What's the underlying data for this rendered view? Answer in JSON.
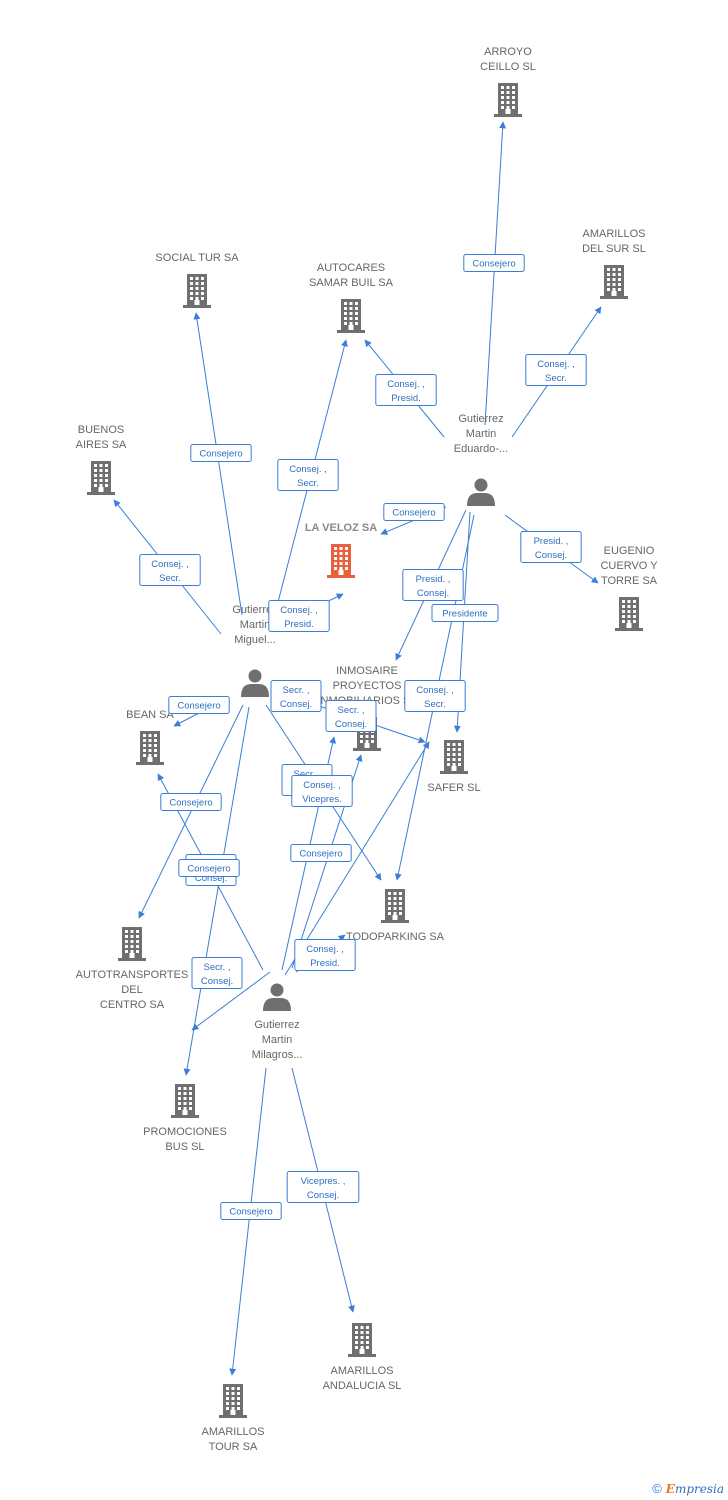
{
  "colors": {
    "edge": "#3a7fd5",
    "company": "#6f6f6f",
    "focus_company": "#e8603c",
    "person": "#6f6f6f",
    "label": "#666666"
  },
  "nodes": [
    {
      "id": "arroyo",
      "type": "company",
      "lines": [
        "ARROYO",
        "CEILLO SL"
      ]
    },
    {
      "id": "amarillos_sur",
      "type": "company",
      "lines": [
        "AMARILLOS",
        "DEL SUR SL"
      ]
    },
    {
      "id": "social_tur",
      "type": "company",
      "lines": [
        "SOCIAL TUR SA"
      ]
    },
    {
      "id": "autocares",
      "type": "company",
      "lines": [
        "AUTOCARES",
        "SAMAR BUIL SA"
      ]
    },
    {
      "id": "buenos_aires",
      "type": "company",
      "lines": [
        "BUENOS",
        "AIRES SA"
      ]
    },
    {
      "id": "la_veloz",
      "type": "company",
      "focus": true,
      "lines": [
        "LA VELOZ SA"
      ]
    },
    {
      "id": "eugenio",
      "type": "company",
      "lines": [
        "EUGENIO",
        "CUERVO Y",
        "TORRE SA"
      ]
    },
    {
      "id": "inmosaire",
      "type": "company",
      "lines": [
        "INMOSAIRE",
        "PROYECTOS",
        "INMOBILIARIOS SL"
      ]
    },
    {
      "id": "bean",
      "type": "company",
      "lines": [
        "BEAN SA"
      ]
    },
    {
      "id": "safer",
      "type": "company",
      "lines": [
        "SAFER SL"
      ]
    },
    {
      "id": "todoparking",
      "type": "company",
      "lines": [
        "TODOPARKING SA"
      ]
    },
    {
      "id": "autotransportes",
      "type": "company",
      "lines": [
        "AUTOTRANSPORTES",
        "DEL",
        "CENTRO SA"
      ]
    },
    {
      "id": "promociones",
      "type": "company",
      "lines": [
        "PROMOCIONES",
        "BUS SL"
      ]
    },
    {
      "id": "amarillos_andalucia",
      "type": "company",
      "lines": [
        "AMARILLOS",
        "ANDALUCIA SL"
      ]
    },
    {
      "id": "amarillos_tour",
      "type": "company",
      "lines": [
        "AMARILLOS",
        "TOUR SA"
      ]
    },
    {
      "id": "p_eduardo",
      "type": "person",
      "lines": [
        "Gutierrez",
        "Martin",
        "Eduardo-..."
      ]
    },
    {
      "id": "p_miguel",
      "type": "person",
      "lines": [
        "Gutierrez",
        "Martin",
        "Miguel..."
      ]
    },
    {
      "id": "p_milagros",
      "type": "person",
      "lines": [
        "Gutierrez",
        "Martin",
        "Milagros..."
      ]
    }
  ],
  "edges": [
    {
      "from": "p_eduardo",
      "to": "arroyo",
      "label": [
        "Consejero"
      ]
    },
    {
      "from": "p_eduardo",
      "to": "amarillos_sur",
      "label": [
        "Consej. ,",
        "Secr."
      ]
    },
    {
      "from": "p_eduardo",
      "to": "autocares",
      "label": [
        "Consej. ,",
        "Presid."
      ]
    },
    {
      "from": "p_eduardo",
      "to": "la_veloz",
      "label": [
        "Consejero"
      ]
    },
    {
      "from": "p_eduardo",
      "to": "eugenio",
      "label": [
        "Presid. ,",
        "Consej."
      ]
    },
    {
      "from": "p_eduardo",
      "to": "inmosaire",
      "label": [
        "Presid. ,",
        "Consej."
      ]
    },
    {
      "from": "p_eduardo",
      "to": "safer",
      "label": [
        "Presidente"
      ]
    },
    {
      "from": "p_eduardo",
      "to": "todoparking",
      "label": [
        "Consej. ,",
        "Secr."
      ]
    },
    {
      "from": "p_miguel",
      "to": "social_tur",
      "label": [
        "Consejero"
      ]
    },
    {
      "from": "p_miguel",
      "to": "autocares",
      "label": [
        "Consej. ,",
        "Secr."
      ]
    },
    {
      "from": "p_miguel",
      "to": "buenos_aires",
      "label": [
        "Consej. ,",
        "Secr."
      ]
    },
    {
      "from": "p_miguel",
      "to": "la_veloz",
      "label": [
        "Consej. ,",
        "Presid."
      ]
    },
    {
      "from": "p_miguel",
      "to": "bean",
      "label": [
        "Consejero"
      ]
    },
    {
      "from": "p_miguel",
      "to": "safer",
      "label": [
        "Secr. ,",
        "Consej."
      ]
    },
    {
      "from": "p_miguel",
      "to": "todoparking",
      "label": [
        "Secr. ,",
        "Consej."
      ]
    },
    {
      "from": "p_miguel",
      "to": "autotransportes",
      "label": [
        "Consejero"
      ]
    },
    {
      "from": "p_miguel",
      "to": "promociones",
      "label": [
        "Secr. ,",
        "Consej."
      ]
    },
    {
      "from": "p_milagros",
      "to": "la_veloz",
      "label": [
        "Consej. ,",
        "Vicepres."
      ]
    },
    {
      "from": "p_milagros",
      "to": "bean",
      "label": [
        "Consejero"
      ]
    },
    {
      "from": "p_milagros",
      "to": "inmosaire",
      "label": [
        "Consejero"
      ]
    },
    {
      "from": "p_milagros",
      "to": "safer",
      "label": [
        "Secr. ,",
        "Consej."
      ]
    },
    {
      "from": "p_milagros",
      "to": "autotransportes",
      "label": [
        "Consej. ,",
        "Presid."
      ]
    },
    {
      "from": "p_milagros",
      "to": "promociones",
      "label": [
        "Secr. ,",
        "Consej."
      ]
    },
    {
      "from": "p_milagros",
      "to": "amarillos_andalucia",
      "label": [
        "Vicepres. ,",
        "Consej."
      ]
    },
    {
      "from": "p_milagros",
      "to": "amarillos_tour",
      "label": [
        "Consejero"
      ]
    }
  ],
  "brand": {
    "copyright": "©",
    "initial": "E",
    "rest": "mpresia"
  }
}
